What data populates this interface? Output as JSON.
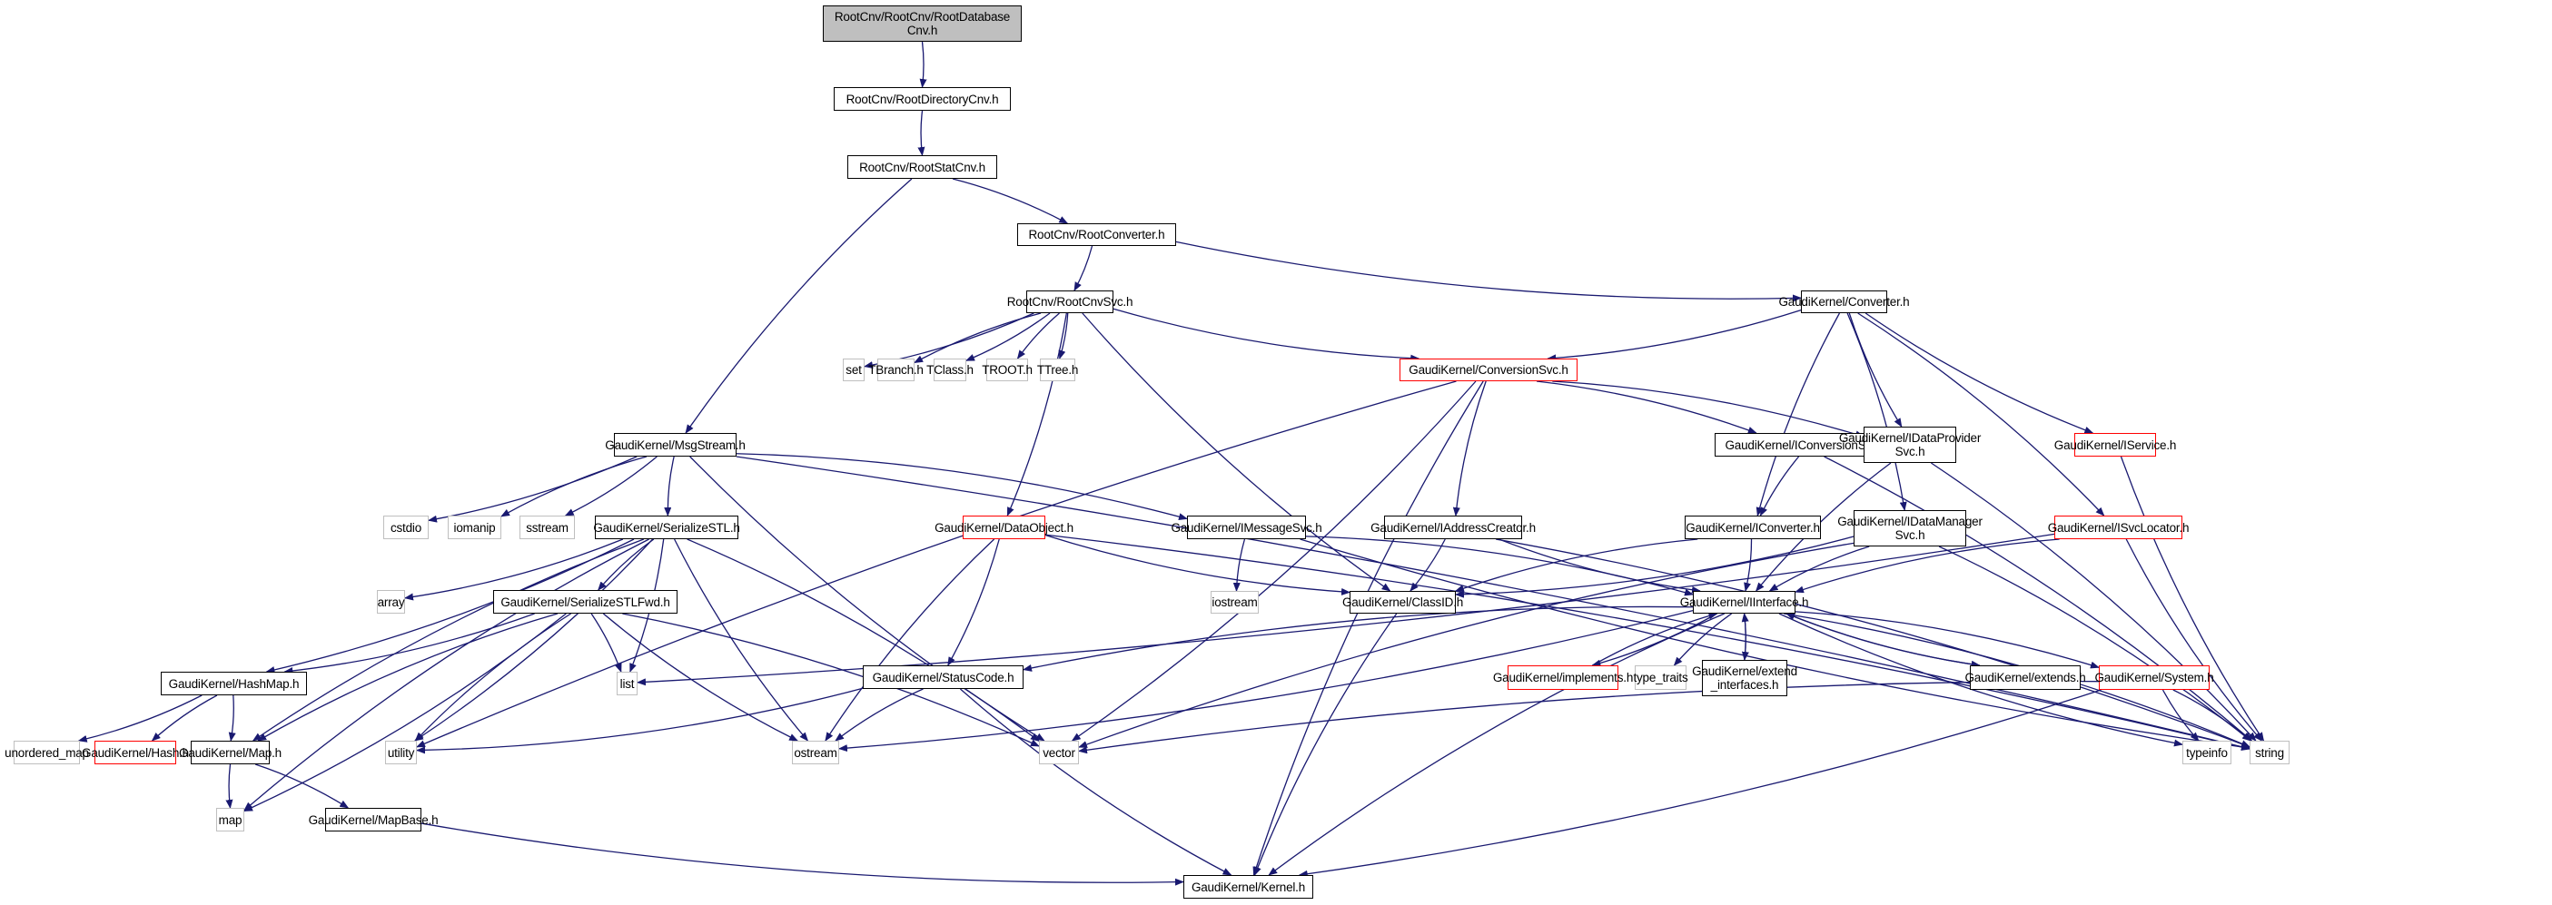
{
  "diagram": {
    "title": "RootCnv/RootCnv/RootDatabaseCnv.h include dependency graph",
    "colors": {
      "edge": "#191970",
      "node_border_documented": "#000000",
      "node_border_undocumented": "#ff0000",
      "node_border_external": "#bfbfbf",
      "root_fill": "#bfbfbf"
    },
    "nodes": {
      "n_rootdb": {
        "label": "RootCnv/RootCnv/RootDatabase\nCnv.h",
        "kind": "root"
      },
      "n_rootdir": {
        "label": "RootCnv/RootDirectoryCnv.h",
        "kind": "normal"
      },
      "n_rootstat": {
        "label": "RootCnv/RootStatCnv.h",
        "kind": "normal"
      },
      "n_rootconv": {
        "label": "RootCnv/RootConverter.h",
        "kind": "normal"
      },
      "n_rootcnvsvc": {
        "label": "RootCnv/RootCnvSvc.h",
        "kind": "normal"
      },
      "n_converter": {
        "label": "GaudiKernel/Converter.h",
        "kind": "normal"
      },
      "n_set": {
        "label": "set",
        "kind": "ext"
      },
      "n_tbranch": {
        "label": "TBranch.h",
        "kind": "ext"
      },
      "n_tclass": {
        "label": "TClass.h",
        "kind": "ext"
      },
      "n_troot": {
        "label": "TROOT.h",
        "kind": "ext"
      },
      "n_ttree": {
        "label": "TTree.h",
        "kind": "ext"
      },
      "n_convsvc": {
        "label": "GaudiKernel/ConversionSvc.h",
        "kind": "red"
      },
      "n_msgstream": {
        "label": "GaudiKernel/MsgStream.h",
        "kind": "normal"
      },
      "n_iconvsvc": {
        "label": "GaudiKernel/IConversionSvc.h",
        "kind": "normal"
      },
      "n_idataprov": {
        "label": "GaudiKernel/IDataProvider\nSvc.h",
        "kind": "normal"
      },
      "n_iservice": {
        "label": "GaudiKernel/IService.h",
        "kind": "red"
      },
      "n_cstdio": {
        "label": "cstdio",
        "kind": "ext"
      },
      "n_iomanip": {
        "label": "iomanip",
        "kind": "ext"
      },
      "n_sstream": {
        "label": "sstream",
        "kind": "ext"
      },
      "n_serstl": {
        "label": "GaudiKernel/SerializeSTL.h",
        "kind": "normal"
      },
      "n_dataobj": {
        "label": "GaudiKernel/DataObject.h",
        "kind": "red"
      },
      "n_imsgsvc": {
        "label": "GaudiKernel/IMessageSvc.h",
        "kind": "normal"
      },
      "n_iaddr": {
        "label": "GaudiKernel/IAddressCreator.h",
        "kind": "normal"
      },
      "n_iconverter": {
        "label": "GaudiKernel/IConverter.h",
        "kind": "normal"
      },
      "n_idatamgr": {
        "label": "GaudiKernel/IDataManager\nSvc.h",
        "kind": "normal"
      },
      "n_isvcloc": {
        "label": "GaudiKernel/ISvcLocator.h",
        "kind": "red"
      },
      "n_array": {
        "label": "array",
        "kind": "ext"
      },
      "n_serstlfwd": {
        "label": "GaudiKernel/SerializeSTLFwd.h",
        "kind": "normal"
      },
      "n_iostream": {
        "label": "iostream",
        "kind": "ext"
      },
      "n_classid": {
        "label": "GaudiKernel/ClassID.h",
        "kind": "normal"
      },
      "n_iinterface": {
        "label": "GaudiKernel/IInterface.h",
        "kind": "normal"
      },
      "n_hashmap": {
        "label": "GaudiKernel/HashMap.h",
        "kind": "normal"
      },
      "n_list": {
        "label": "list",
        "kind": "ext"
      },
      "n_implements": {
        "label": "GaudiKernel/implements.h",
        "kind": "red"
      },
      "n_typetraits": {
        "label": "type_traits",
        "kind": "ext"
      },
      "n_extendif": {
        "label": "GaudiKernel/extend\n_interfaces.h",
        "kind": "normal"
      },
      "n_extends": {
        "label": "GaudiKernel/extends.h",
        "kind": "normal"
      },
      "n_system": {
        "label": "GaudiKernel/System.h",
        "kind": "red"
      },
      "n_statuscode": {
        "label": "GaudiKernel/StatusCode.h",
        "kind": "normal"
      },
      "n_unordmap": {
        "label": "unordered_map",
        "kind": "ext"
      },
      "n_hash": {
        "label": "GaudiKernel/Hash.h",
        "kind": "red"
      },
      "n_map_h": {
        "label": "GaudiKernel/Map.h",
        "kind": "normal"
      },
      "n_utility": {
        "label": "utility",
        "kind": "ext"
      },
      "n_ostream": {
        "label": "ostream",
        "kind": "ext"
      },
      "n_vector": {
        "label": "vector",
        "kind": "ext"
      },
      "n_typeinfo": {
        "label": "typeinfo",
        "kind": "ext"
      },
      "n_string": {
        "label": "string",
        "kind": "ext"
      },
      "n_map": {
        "label": "map",
        "kind": "ext"
      },
      "n_mapbase": {
        "label": "GaudiKernel/MapBase.h",
        "kind": "normal"
      },
      "n_kernel": {
        "label": "GaudiKernel/Kernel.h",
        "kind": "normal"
      }
    },
    "edges": [
      [
        "n_rootdb",
        "n_rootdir"
      ],
      [
        "n_rootdir",
        "n_rootstat"
      ],
      [
        "n_rootstat",
        "n_rootconv"
      ],
      [
        "n_rootstat",
        "n_msgstream"
      ],
      [
        "n_rootconv",
        "n_rootcnvsvc"
      ],
      [
        "n_rootconv",
        "n_converter"
      ],
      [
        "n_rootcnvsvc",
        "n_set"
      ],
      [
        "n_rootcnvsvc",
        "n_tbranch"
      ],
      [
        "n_rootcnvsvc",
        "n_tclass"
      ],
      [
        "n_rootcnvsvc",
        "n_troot"
      ],
      [
        "n_rootcnvsvc",
        "n_ttree"
      ],
      [
        "n_rootcnvsvc",
        "n_convsvc"
      ],
      [
        "n_rootcnvsvc",
        "n_dataobj"
      ],
      [
        "n_rootcnvsvc",
        "n_classid"
      ],
      [
        "n_converter",
        "n_convsvc"
      ],
      [
        "n_converter",
        "n_iconverter"
      ],
      [
        "n_converter",
        "n_idatamgr"
      ],
      [
        "n_converter",
        "n_idataprov"
      ],
      [
        "n_converter",
        "n_isvcloc"
      ],
      [
        "n_converter",
        "n_iservice"
      ],
      [
        "n_convsvc",
        "n_iconvsvc"
      ],
      [
        "n_convsvc",
        "n_iaddr"
      ],
      [
        "n_convsvc",
        "n_idataprov"
      ],
      [
        "n_convsvc",
        "n_utility"
      ],
      [
        "n_convsvc",
        "n_vector"
      ],
      [
        "n_convsvc",
        "n_kernel"
      ],
      [
        "n_msgstream",
        "n_cstdio"
      ],
      [
        "n_msgstream",
        "n_iomanip"
      ],
      [
        "n_msgstream",
        "n_sstream"
      ],
      [
        "n_msgstream",
        "n_serstl"
      ],
      [
        "n_msgstream",
        "n_imsgsvc"
      ],
      [
        "n_msgstream",
        "n_vector"
      ],
      [
        "n_msgstream",
        "n_string"
      ],
      [
        "n_iconvsvc",
        "n_iconverter"
      ],
      [
        "n_iconvsvc",
        "n_string"
      ],
      [
        "n_idataprov",
        "n_iinterface"
      ],
      [
        "n_idataprov",
        "n_string"
      ],
      [
        "n_iservice",
        "n_string"
      ],
      [
        "n_serstl",
        "n_array"
      ],
      [
        "n_serstl",
        "n_serstlfwd"
      ],
      [
        "n_serstl",
        "n_hashmap"
      ],
      [
        "n_serstl",
        "n_map_h"
      ],
      [
        "n_serstl",
        "n_list"
      ],
      [
        "n_serstl",
        "n_map"
      ],
      [
        "n_serstl",
        "n_utility"
      ],
      [
        "n_serstl",
        "n_ostream"
      ],
      [
        "n_serstl",
        "n_vector"
      ],
      [
        "n_dataobj",
        "n_classid"
      ],
      [
        "n_dataobj",
        "n_statuscode"
      ],
      [
        "n_dataobj",
        "n_ostream"
      ],
      [
        "n_dataobj",
        "n_string"
      ],
      [
        "n_imsgsvc",
        "n_iostream"
      ],
      [
        "n_imsgsvc",
        "n_iinterface"
      ],
      [
        "n_imsgsvc",
        "n_string"
      ],
      [
        "n_iaddr",
        "n_classid"
      ],
      [
        "n_iaddr",
        "n_iinterface"
      ],
      [
        "n_iaddr",
        "n_string"
      ],
      [
        "n_iconverter",
        "n_classid"
      ],
      [
        "n_iconverter",
        "n_iinterface"
      ],
      [
        "n_idatamgr",
        "n_iinterface"
      ],
      [
        "n_idatamgr",
        "n_classid"
      ],
      [
        "n_idatamgr",
        "n_vector"
      ],
      [
        "n_idatamgr",
        "n_string"
      ],
      [
        "n_isvcloc",
        "n_iinterface"
      ],
      [
        "n_isvcloc",
        "n_list"
      ],
      [
        "n_isvcloc",
        "n_string"
      ],
      [
        "n_serstlfwd",
        "n_hashmap"
      ],
      [
        "n_serstlfwd",
        "n_map_h"
      ],
      [
        "n_serstlfwd",
        "n_list"
      ],
      [
        "n_serstlfwd",
        "n_utility"
      ],
      [
        "n_serstlfwd",
        "n_map"
      ],
      [
        "n_serstlfwd",
        "n_ostream"
      ],
      [
        "n_serstlfwd",
        "n_vector"
      ],
      [
        "n_classid",
        "n_kernel"
      ],
      [
        "n_iinterface",
        "n_implements"
      ],
      [
        "n_iinterface",
        "n_typetraits"
      ],
      [
        "n_iinterface",
        "n_extendif"
      ],
      [
        "n_iinterface",
        "n_extends"
      ],
      [
        "n_iinterface",
        "n_system"
      ],
      [
        "n_iinterface",
        "n_statuscode"
      ],
      [
        "n_iinterface",
        "n_ostream"
      ],
      [
        "n_iinterface",
        "n_typeinfo"
      ],
      [
        "n_iinterface",
        "n_string"
      ],
      [
        "n_iinterface",
        "n_kernel"
      ],
      [
        "n_implements",
        "n_iinterface"
      ],
      [
        "n_extendif",
        "n_iinterface"
      ],
      [
        "n_extends",
        "n_iinterface"
      ],
      [
        "n_system",
        "n_typeinfo"
      ],
      [
        "n_system",
        "n_string"
      ],
      [
        "n_system",
        "n_vector"
      ],
      [
        "n_system",
        "n_kernel"
      ],
      [
        "n_statuscode",
        "n_ostream"
      ],
      [
        "n_statuscode",
        "n_utility"
      ],
      [
        "n_statuscode",
        "n_kernel"
      ],
      [
        "n_hashmap",
        "n_unordmap"
      ],
      [
        "n_hashmap",
        "n_hash"
      ],
      [
        "n_hashmap",
        "n_map_h"
      ],
      [
        "n_map_h",
        "n_map"
      ],
      [
        "n_map_h",
        "n_mapbase"
      ],
      [
        "n_mapbase",
        "n_kernel"
      ]
    ]
  }
}
